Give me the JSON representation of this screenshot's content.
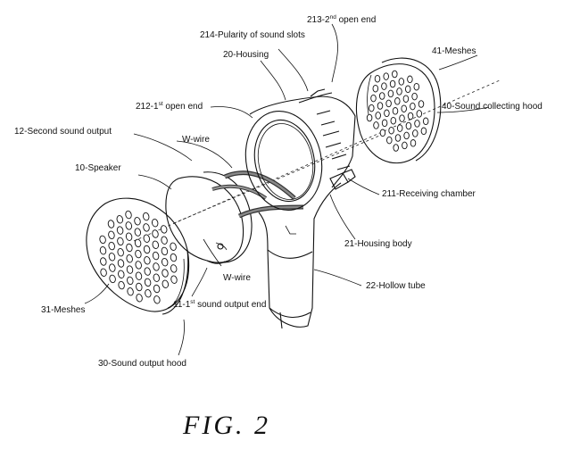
{
  "figure": {
    "caption": "FIG. 2"
  },
  "labels": {
    "l214": "214-Pularity of sound slots",
    "l213_pre": "213-2",
    "l213_sup": "nd",
    "l213_post": " open end",
    "l20": "20-Housing",
    "l41": "41-Meshes",
    "l40": "40-Sound collecting hood",
    "l212_pre": "212-1",
    "l212_sup": "st",
    "l212_post": " open end",
    "l12": "12-Second sound output",
    "lw1": "W-wire",
    "l10": "10-Speaker",
    "l211": "211-Receiving chamber",
    "l21": "21-Housing body",
    "lw2": "W-wire",
    "l22": "22-Hollow tube",
    "l31": "31-Meshes",
    "l11_pre": "11-1",
    "l11_sup": "st",
    "l11_post": " sound output end",
    "l30": "30-Sound output hood"
  }
}
